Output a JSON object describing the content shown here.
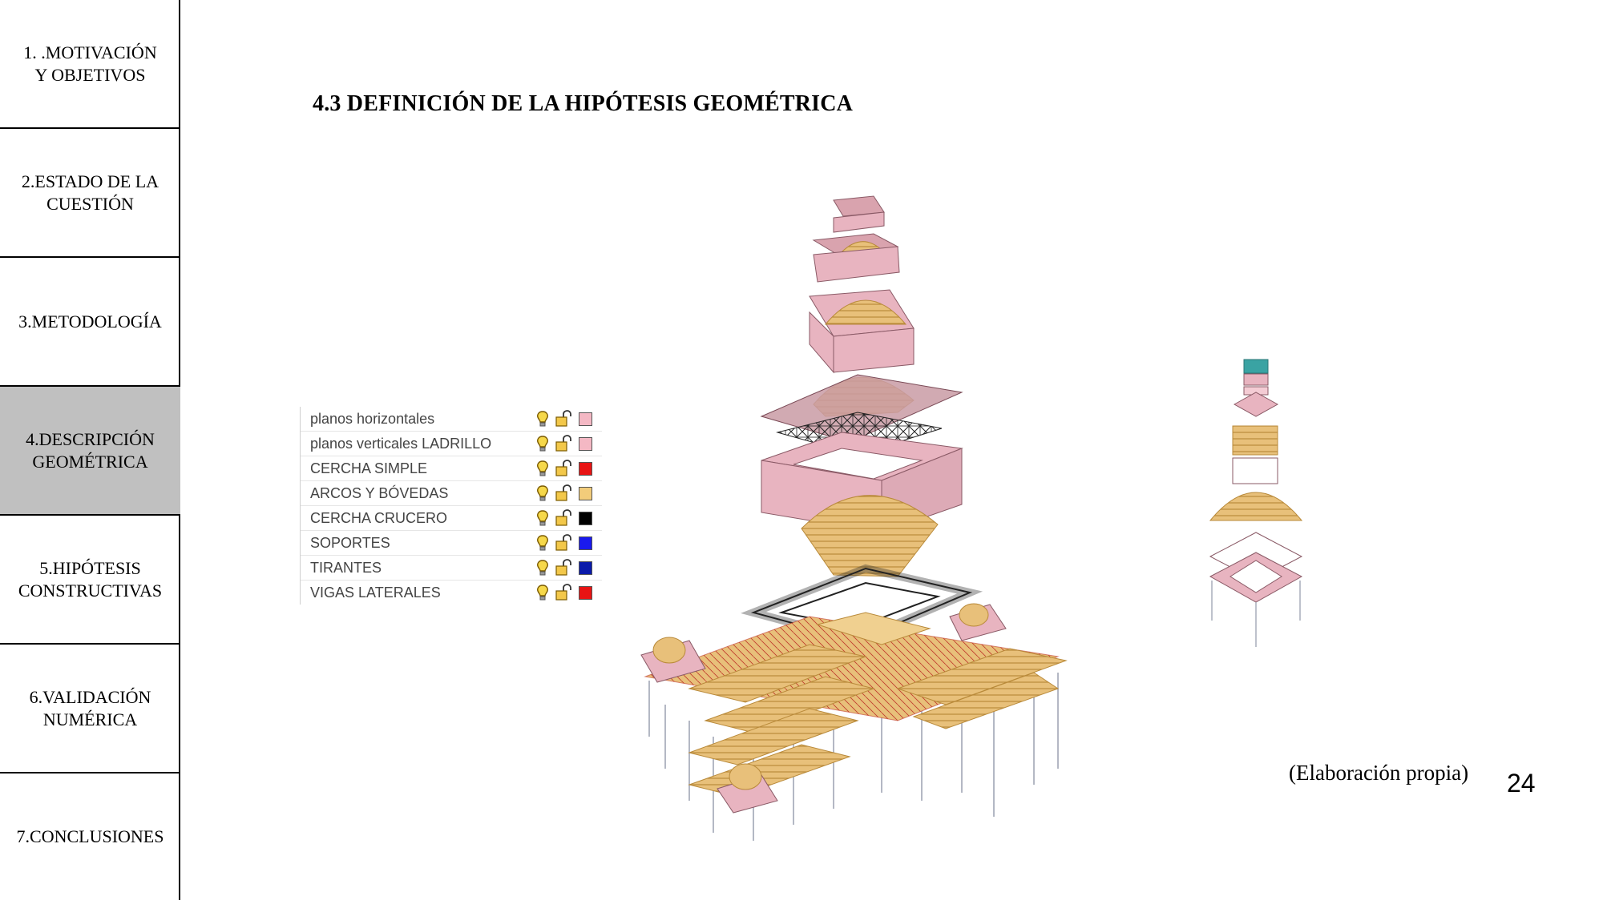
{
  "nav": [
    {
      "label": "1. .MOTIVACIÓN\nY OBJETIVOS",
      "active": false
    },
    {
      "label": "2.ESTADO DE LA\nCUESTIÓN",
      "active": false
    },
    {
      "label": "3.METODOLOGÍA",
      "active": false
    },
    {
      "label": "4.DESCRIPCIÓN\nGEOMÉTRICA",
      "active": true
    },
    {
      "label": "5.HIPÓTESIS\nCONSTRUCTIVAS",
      "active": false
    },
    {
      "label": "6.VALIDACIÓN\nNUMÉRICA",
      "active": false
    },
    {
      "label": "7.CONCLUSIONES",
      "active": false
    }
  ],
  "page_title": "4.3 DEFINICIÓN DE LA HIPÓTESIS GEOMÉTRICA",
  "layers": [
    {
      "name": "planos horizontales",
      "color": "#f4b8c4",
      "icon_visible": "lightbulb-icon",
      "icon_lock": "unlock-icon"
    },
    {
      "name": "planos verticales LADRILLO",
      "color": "#f4b8c4",
      "icon_visible": "lightbulb-icon",
      "icon_lock": "unlock-icon"
    },
    {
      "name": "CERCHA SIMPLE",
      "color": "#e81414",
      "icon_visible": "lightbulb-icon",
      "icon_lock": "unlock-icon"
    },
    {
      "name": "ARCOS Y BÓVEDAS",
      "color": "#f2cc7a",
      "icon_visible": "lightbulb-icon",
      "icon_lock": "unlock-icon"
    },
    {
      "name": "CERCHA CRUCERO",
      "color": "#000000",
      "icon_visible": "lightbulb-icon",
      "icon_lock": "unlock-icon"
    },
    {
      "name": "SOPORTES",
      "color": "#1a1aee",
      "icon_visible": "lightbulb-icon",
      "icon_lock": "unlock-icon"
    },
    {
      "name": "TIRANTES",
      "color": "#0a1aaa",
      "icon_visible": "lightbulb-icon",
      "icon_lock": "unlock-icon"
    },
    {
      "name": "VIGAS LATERALES",
      "color": "#e81414",
      "icon_visible": "lightbulb-icon",
      "icon_lock": "unlock-icon"
    }
  ],
  "colors": {
    "brick_pink": "#e8b4c0",
    "vault_gold": "#e8c07a",
    "truss_black": "#222222",
    "support_grey": "#8a8a9a",
    "beam_red": "#e04040",
    "teal": "#3aa3a3",
    "sidebar_active": "#c0c0c0"
  },
  "caption": "(Elaboración propia)",
  "page_number": "24"
}
